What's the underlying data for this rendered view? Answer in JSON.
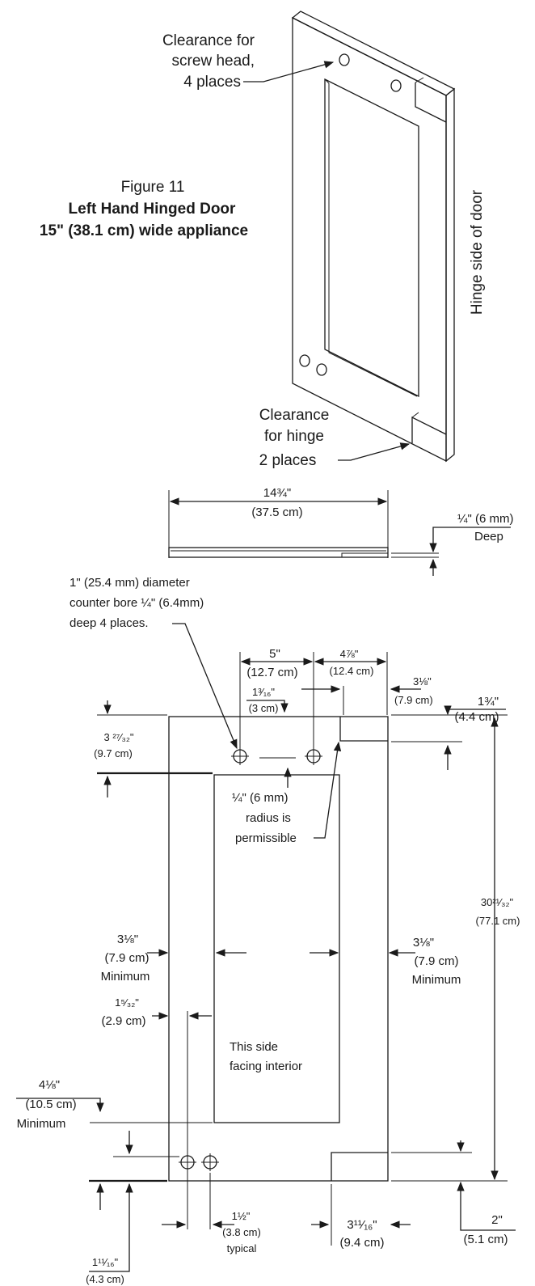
{
  "figure": {
    "number": "Figure 11",
    "title": "Left Hand Hinged Door",
    "subtitle": "15\" (38.1 cm) wide appliance"
  },
  "isometric_callouts": {
    "screw_head_lines": [
      "Clearance for",
      "screw head,",
      "4 places"
    ],
    "hinge_clearance_lines": [
      "Clearance",
      "for hinge",
      "2 places"
    ],
    "hinge_side": "Hinge side of door"
  },
  "side_view": {
    "overall_width": {
      "in": "14¾\"",
      "cm": "(37.5 cm)"
    },
    "depth": {
      "in": "¼\" (6 mm)",
      "note": "Deep"
    }
  },
  "front_view": {
    "counter_bore_note": [
      "1\" (25.4 mm) diameter",
      "counter bore ¼\" (6.4mm)",
      "deep 4 places."
    ],
    "dim_5": {
      "in": "5\"",
      "cm": "(12.7 cm)"
    },
    "dim_4_7_8": {
      "in": "4⅞\"",
      "cm": "(12.4 cm)"
    },
    "dim_3_1_8_top": {
      "in": "3⅛\"",
      "cm": "(7.9 cm)"
    },
    "dim_1_3_16": {
      "in": "1³⁄₁₆\"",
      "cm": "(3 cm)"
    },
    "dim_1_3_4": {
      "in": "1¾\"",
      "cm": "(4.4 cm)"
    },
    "dim_3_27_32": {
      "in": "3 ²⁷⁄₃₂\"",
      "cm": "(9.7 cm)"
    },
    "radius_note": [
      "¼\" (6 mm)",
      "radius is",
      "permissible"
    ],
    "dim_height": {
      "in": "30²¹⁄₃₂\"",
      "cm": "(77.1 cm)"
    },
    "dim_left_min": {
      "in": "3⅛\"",
      "cm": "(7.9 cm)",
      "note": "Minimum"
    },
    "dim_right_min": {
      "in": "3⅛\"",
      "cm": "(7.9 cm)",
      "note": "Minimum"
    },
    "dim_1_5_32": {
      "in": "1⁵⁄₃₂\"",
      "cm": "(2.9 cm)"
    },
    "interior_note": [
      "This side",
      "facing interior"
    ],
    "dim_4_1_8": {
      "in": "4⅛\"",
      "cm": "(10.5 cm)",
      "note": "Minimum"
    },
    "dim_1_11_16": {
      "in": "1¹¹⁄₁₆\"",
      "cm": "(4.3 cm)"
    },
    "dim_1_1_2": {
      "in": "1½\"",
      "cm": "(3.8 cm)",
      "note": "typical"
    },
    "dim_3_11_16": {
      "in": "3¹¹⁄₁₆\"",
      "cm": "(9.4 cm)"
    },
    "dim_2": {
      "in": "2\"",
      "cm": "(5.1 cm)"
    }
  }
}
